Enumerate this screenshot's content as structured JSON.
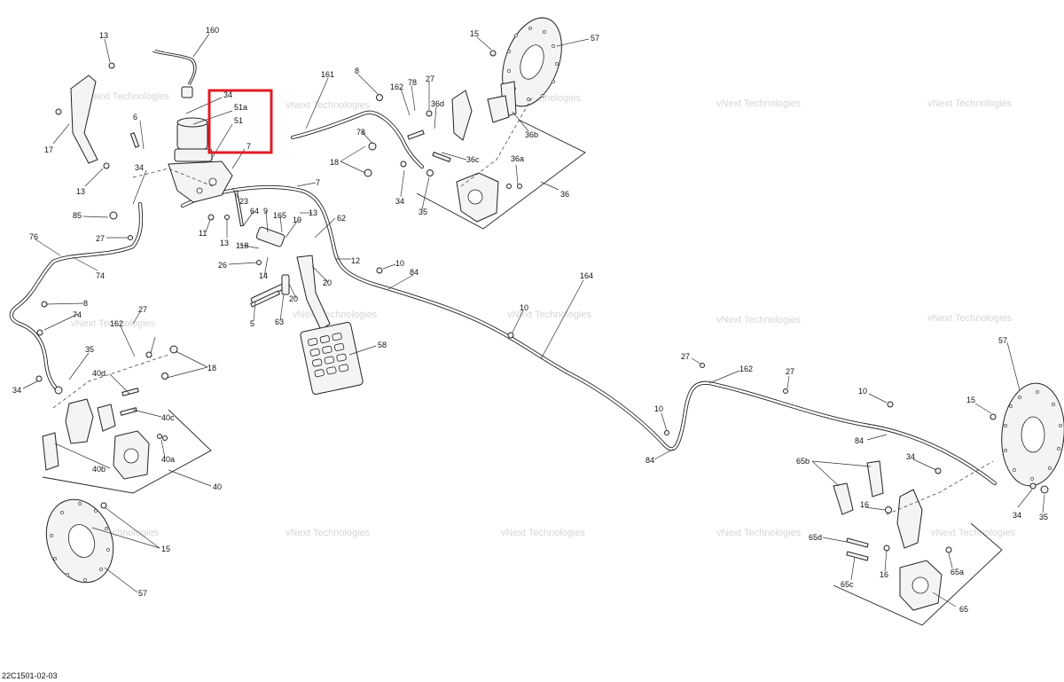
{
  "drawing_code": "22C1501-02-03",
  "watermark": "vNext Technologies",
  "highlight_color": "#e01c24",
  "part_labels": [
    "160",
    "13",
    "34",
    "51a",
    "51",
    "7",
    "6",
    "17",
    "13",
    "34",
    "85",
    "27",
    "76",
    "74",
    "8",
    "74",
    "162",
    "27",
    "35",
    "34",
    "18",
    "40d",
    "40c",
    "40b",
    "40a",
    "40",
    "15",
    "57",
    "11",
    "13",
    "23",
    "64",
    "9",
    "165",
    "19",
    "13",
    "62",
    "118",
    "26",
    "14",
    "12",
    "20",
    "20",
    "5",
    "63",
    "58",
    "7",
    "161",
    "8",
    "162",
    "78",
    "27",
    "36d",
    "78",
    "18",
    "34",
    "35",
    "36c",
    "36a",
    "36b",
    "36",
    "15",
    "57",
    "10",
    "84",
    "10",
    "164",
    "27",
    "162",
    "27",
    "10",
    "10",
    "84",
    "84",
    "15",
    "57",
    "34",
    "65b",
    "16",
    "65d",
    "65c",
    "16",
    "65a",
    "65",
    "34",
    "35"
  ]
}
